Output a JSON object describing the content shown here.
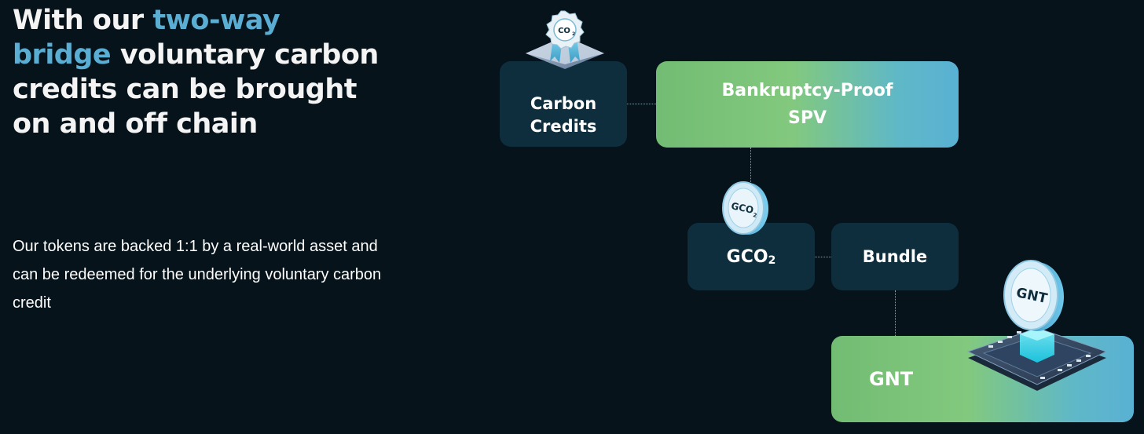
{
  "headline": {
    "line1_prefix": "With our ",
    "accent": "two-way bridge",
    "line_rest": " voluntary carbon credits can be brought on and off chain"
  },
  "body_text": "Our tokens are backed 1:1 by a real-world asset and can be redeemed for the underlying voluntary carbon credit",
  "colors": {
    "background": "#06131b",
    "accent": "#5aaed3",
    "dark_node": "#0e2e3e",
    "gradient_green": "#82c97e",
    "gradient_blue": "#59b1d4"
  },
  "diagram": {
    "nodes": {
      "carbon_credits": {
        "line1": "Carbon",
        "line2": "Credits",
        "icon": "co2-certificate-badge-icon",
        "icon_label": "CO₂"
      },
      "spv": {
        "line1": "Bankruptcy-Proof",
        "line2": "SPV"
      },
      "gco2": {
        "label": "GCO",
        "subscript": "2",
        "icon": "gco2-coin-icon",
        "icon_label": "GCO₂"
      },
      "bundle": {
        "label": "Bundle"
      },
      "gnt": {
        "label": "GNT",
        "icon": "gnt-coin-on-chip-icon",
        "icon_label": "GNT"
      }
    }
  }
}
